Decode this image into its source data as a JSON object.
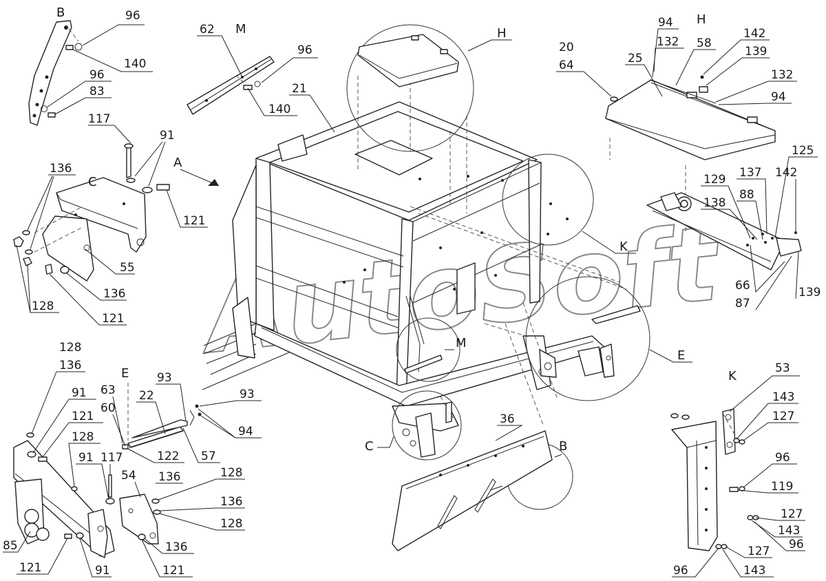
{
  "watermark": "AutoSoft",
  "views": {
    "B": "B",
    "M": "M",
    "C": "C",
    "A": "A",
    "H": "H",
    "K": "K",
    "E": "E",
    "H_detail": "H",
    "K_detail": "K",
    "E_detail": "E",
    "M_detail": "M",
    "C_detail": "C",
    "B_detail": "B"
  },
  "callouts": {
    "b_96": "96",
    "b_140": "140",
    "b_96b": "96",
    "b_83": "83",
    "b_117": "117",
    "m_62": "62",
    "m_96": "96",
    "m_140": "140",
    "n_91": "91",
    "n_121": "121",
    "c_136": "136",
    "c_55": "55",
    "c_136b": "136",
    "c_128": "128",
    "c_121": "121",
    "main_21": "21",
    "h_94": "94",
    "h_132": "132",
    "h_58": "58",
    "h_20": "20",
    "h_64": "64",
    "h_25": "25",
    "h_142": "142",
    "h_139": "139",
    "h_132b": "132",
    "h_94b": "94",
    "k_125": "125",
    "k_129": "129",
    "k_137": "137",
    "k_142": "142",
    "k_138": "138",
    "k_88": "88",
    "k_66": "66",
    "k_87": "87",
    "k_139": "139",
    "e_128": "128",
    "e_136": "136",
    "e_91": "91",
    "e_121": "121",
    "e_128b": "128",
    "e_63": "63",
    "e_60": "60",
    "e_93": "93",
    "e_22": "22",
    "e_93b": "93",
    "e_94": "94",
    "e_122": "122",
    "e_57": "57",
    "e_91b": "91",
    "e_117": "117",
    "e_54": "54",
    "e_136b": "136",
    "e_128c": "128",
    "e_136c": "136",
    "e_128d": "128",
    "e_136d": "136",
    "e_85": "85",
    "e_121b": "121",
    "e_91c": "91",
    "e_121c": "121",
    "main_36": "36",
    "kd_53": "53",
    "kd_143": "143",
    "kd_127": "127",
    "kd_96": "96",
    "kd_119": "119",
    "kd_127b": "127",
    "kd_143b": "143",
    "kd_96b": "96",
    "kd_96c": "96",
    "kd_127c": "127",
    "kd_143c": "143"
  }
}
